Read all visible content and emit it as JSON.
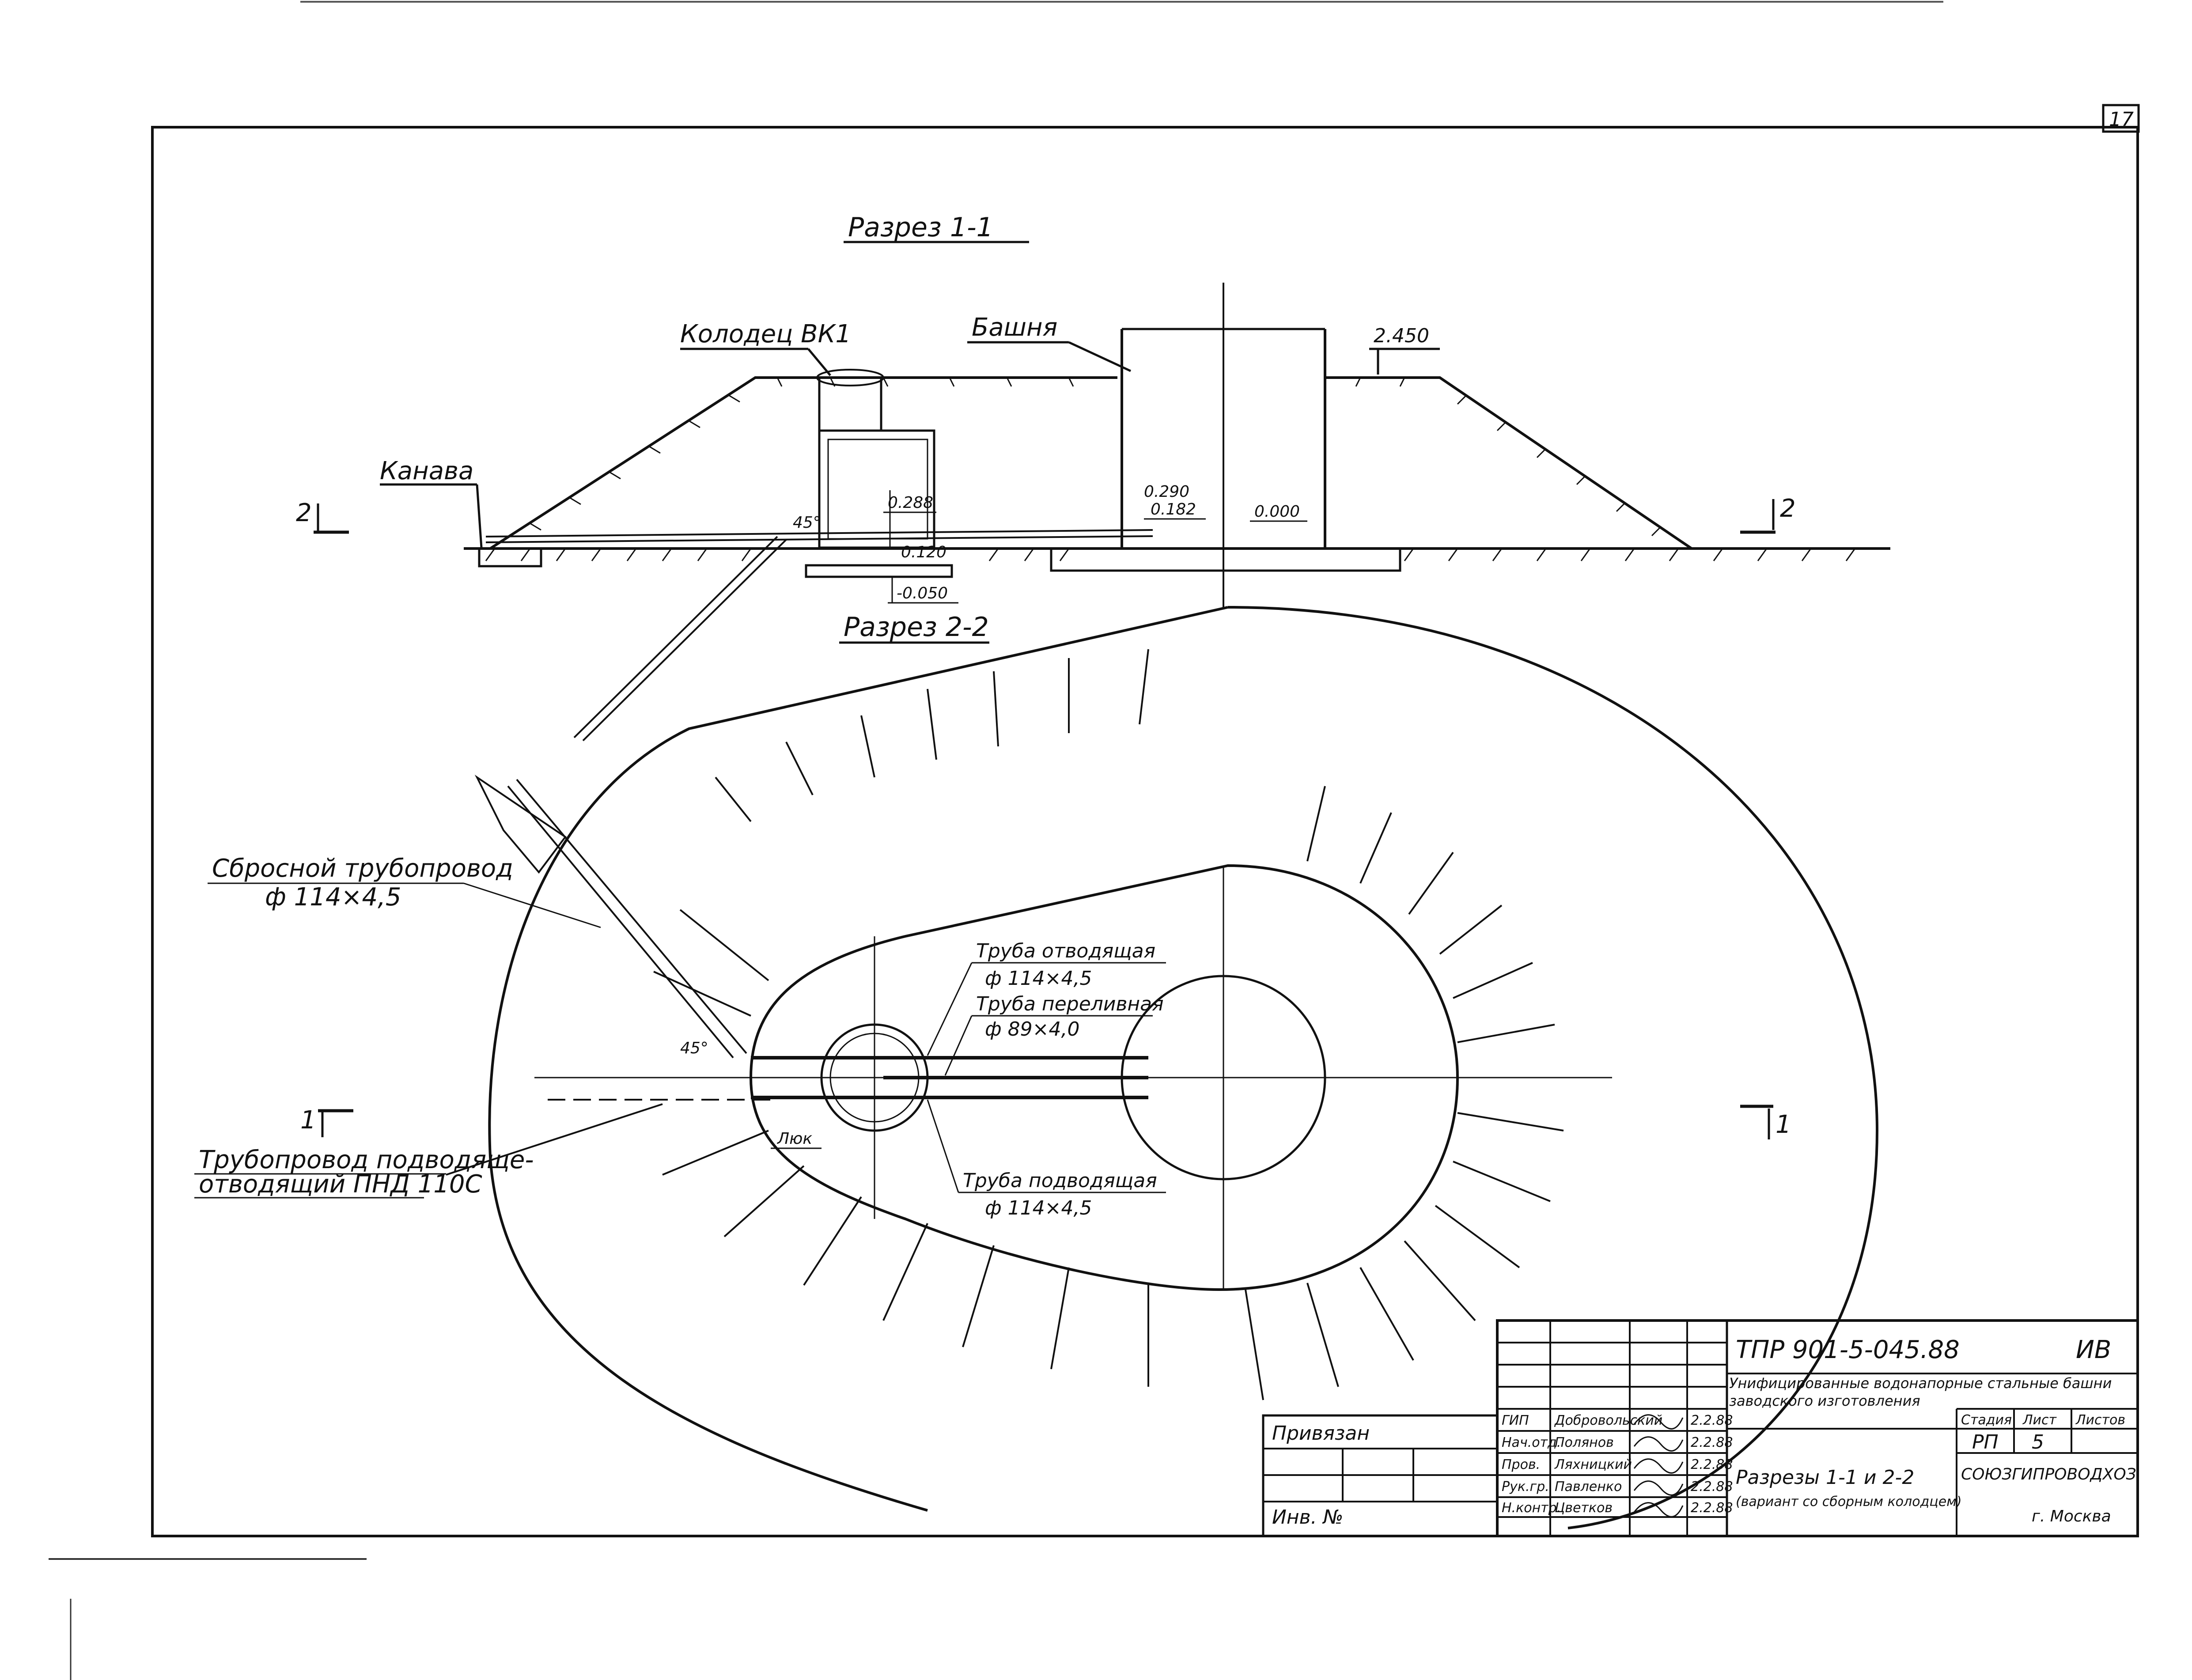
{
  "sheet": {
    "page_number": "17"
  },
  "section_1": {
    "title": "Разрез 1-1",
    "labels": {
      "well": "Колодец ВК1",
      "tower": "Башня",
      "ditch": "Канава",
      "cut_left": "2",
      "cut_right": "2",
      "angle": "45°"
    },
    "elevations": {
      "top": "2.450",
      "e1": "0.288",
      "e2": "0.290",
      "e3": "0.182",
      "e4": "0.000",
      "e5": "0.120",
      "e6": "-0.050"
    }
  },
  "section_2": {
    "title": "Разрез 2-2",
    "labels": {
      "discharge_pipe": "Сбросной трубопровод",
      "discharge_pipe_size": "ф 114×4,5",
      "outlet_pipe": "Труба отводящая",
      "outlet_pipe_size": "ф 114×4,5",
      "overflow_pipe": "Труба переливная",
      "overflow_pipe_size": "ф 89×4,0",
      "inlet_pipe": "Труба подводящая",
      "inlet_pipe_size": "ф 114×4,5",
      "supply_pipeline_1": "Трубопровод подводяще-",
      "supply_pipeline_2": "отводящий ПНД 110С",
      "hatch": "Люк",
      "angle": "45°",
      "cut_left": "1",
      "cut_right": "1"
    }
  },
  "title_block": {
    "doc_code": "ТПР 901-5-045.88",
    "doc_suffix": "ИВ",
    "project_title": "Унифицированные водонапорные стальные башни заводского изготовления",
    "sheet_title_1": "Разрезы 1-1 и 2-2",
    "sheet_title_2": "(вариант со сборным колодцем)",
    "stage_header": "Стадия",
    "sheet_header": "Лист",
    "sheets_header": "Листов",
    "stage": "РП",
    "sheet": "5",
    "org_1": "СОЮЗГИПРОВОДХОЗ",
    "org_2": "г. Москва",
    "tied": "Привязан",
    "inv": "Инв. №",
    "roles": [
      "ГИП",
      "Нач.отд.",
      "Пров.",
      "Рук.гр.",
      "Н.контр."
    ],
    "names": [
      "Добровольский",
      "Полянов",
      "Ляхницкий",
      "Павленко",
      "Цветков"
    ],
    "dates": [
      "2.2.88",
      "2.2.88",
      "2.2.88",
      "2.2.88",
      "2.2.88"
    ]
  }
}
